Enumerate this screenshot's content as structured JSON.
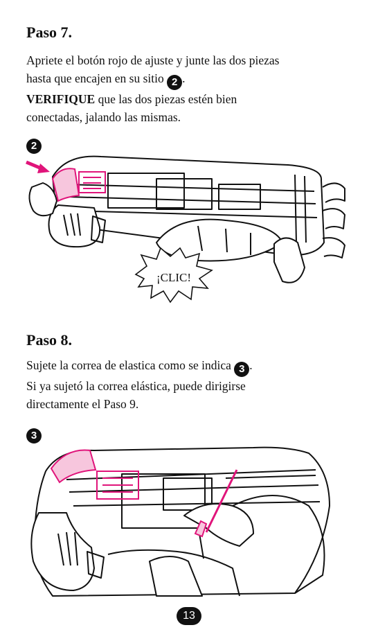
{
  "step7": {
    "heading": "Paso 7.",
    "line1": "Apriete el botón rojo de ajuste y junte las dos piezas",
    "line2": "hasta que encajen en su sitio",
    "marker": "2",
    "line2_end": ".",
    "verify_bold": "VERIFIQUE",
    "verify_rest": " que las dos piezas estén bien",
    "verify_line2": "conectadas, jalando las mismas.",
    "figure_marker": "2",
    "click_text": "¡CLIC!"
  },
  "step8": {
    "heading": "Paso 8.",
    "line1": "Sujete la correa de elastica como se indica",
    "marker": "3",
    "line1_end": ".",
    "line2": "Si ya sujetó la correa elástica, puede dirigirse",
    "line3": "directamente el Paso 9.",
    "figure_marker": "3"
  },
  "page_number": "13",
  "colors": {
    "accent": "#e0147a",
    "ink": "#111111"
  }
}
